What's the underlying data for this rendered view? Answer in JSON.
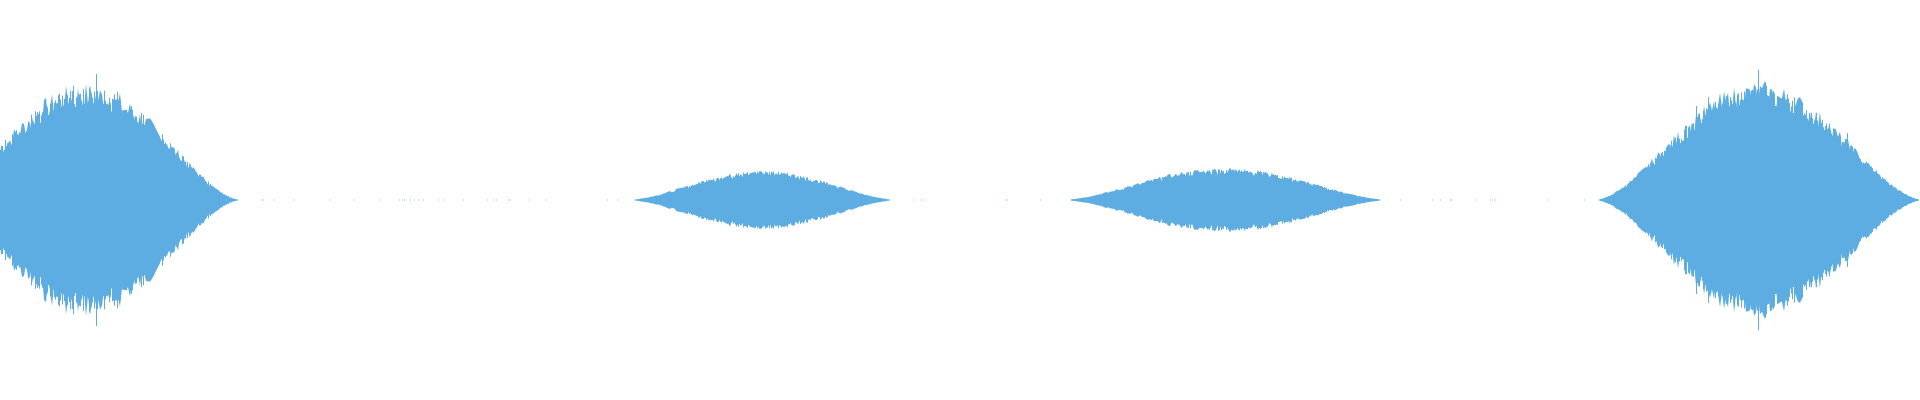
{
  "waveform": {
    "color": "#5dade2",
    "background": "#ffffff",
    "bursts": [
      {
        "name": "burst-1",
        "center": 0.045,
        "width": 0.16,
        "amplitude": 0.86
      },
      {
        "name": "burst-2",
        "center": 0.397,
        "width": 0.14,
        "amplitude": 0.22
      },
      {
        "name": "burst-3",
        "center": 0.638,
        "width": 0.17,
        "amplitude": 0.24
      },
      {
        "name": "burst-4",
        "center": 0.916,
        "width": 0.17,
        "amplitude": 0.87
      }
    ]
  }
}
